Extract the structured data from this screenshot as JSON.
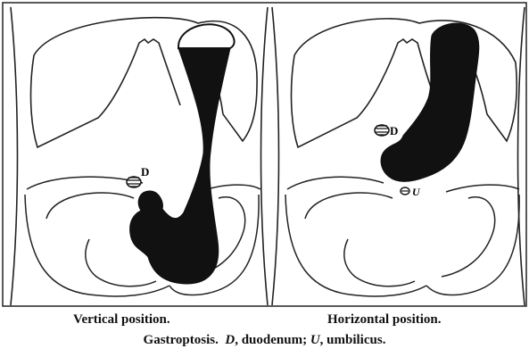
{
  "figure": {
    "panels": [
      {
        "label": "Vertical position.",
        "marker_d": "D"
      },
      {
        "label": "Horizontal position.",
        "marker_d": "D",
        "marker_u": "U"
      }
    ],
    "caption": {
      "lead": "Gastroptosis.",
      "d_letter": "D",
      "d_text": ", duodenum; ",
      "u_letter": "U",
      "u_text": ", umbilicus."
    }
  }
}
